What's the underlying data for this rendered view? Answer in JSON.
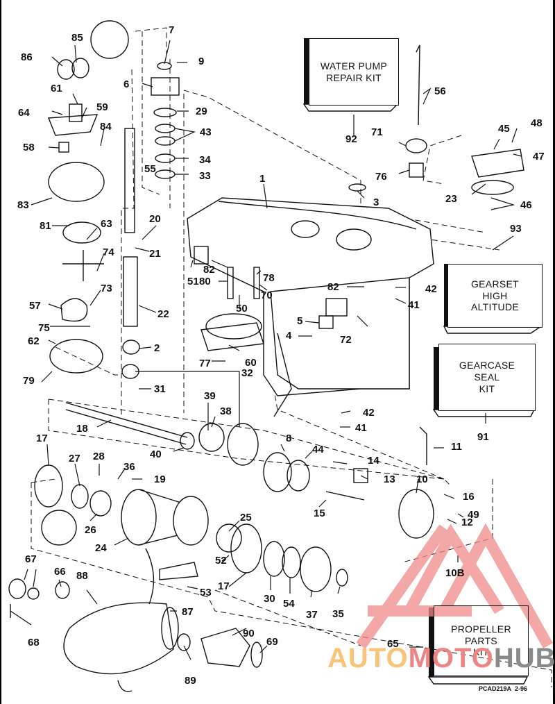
{
  "diagram": {
    "title": "Gearcase exploded parts diagram",
    "drawing_code": "PCAD219A",
    "drawing_date": "2-96",
    "watermark": {
      "parts": [
        "AUTO",
        "MOTO",
        "HUB"
      ],
      "colors": {
        "auto": "#f7c47a",
        "moto": "#ee8585",
        "hub": "#8a8a8a",
        "logo": "#f08a8a"
      }
    },
    "kits": [
      {
        "id": "92",
        "lines": [
          "WATER PUMP",
          "REPAIR KIT"
        ]
      },
      {
        "id": "93",
        "lines": [
          "GEARSET",
          "HIGH",
          "ALTITUDE"
        ]
      },
      {
        "id": "91",
        "lines": [
          "GEARCASE",
          "SEAL",
          "KIT"
        ]
      },
      {
        "id": "65",
        "lines": [
          "PROPELLER",
          "PARTS",
          "KIT"
        ]
      }
    ],
    "part_labels": [
      "1",
      "2",
      "3",
      "4",
      "5",
      "6",
      "7",
      "8",
      "9",
      "10",
      "10B",
      "11",
      "12",
      "13",
      "14",
      "15",
      "16",
      "17",
      "17",
      "18",
      "19",
      "20",
      "21",
      "22",
      "23",
      "24",
      "25",
      "26",
      "27",
      "28",
      "29",
      "30",
      "31",
      "32",
      "33",
      "34",
      "35",
      "36",
      "37",
      "38",
      "39",
      "40",
      "41",
      "41",
      "42",
      "42",
      "43",
      "44",
      "45",
      "46",
      "47",
      "48",
      "49",
      "50",
      "51",
      "52",
      "53",
      "54",
      "55",
      "56",
      "57",
      "58",
      "59",
      "60",
      "61",
      "62",
      "63",
      "64",
      "65",
      "66",
      "67",
      "68",
      "69",
      "70",
      "71",
      "72",
      "73",
      "74",
      "75",
      "76",
      "77",
      "78",
      "79",
      "80",
      "81",
      "82",
      "82",
      "83",
      "84",
      "85",
      "86",
      "87",
      "88",
      "89",
      "90",
      "91",
      "92",
      "93"
    ]
  }
}
